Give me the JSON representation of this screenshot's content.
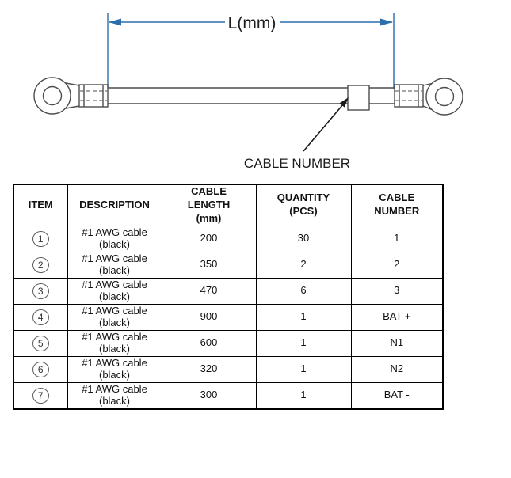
{
  "diagram": {
    "dimension_label": "L(mm)",
    "callout_label": "CABLE NUMBER",
    "dimension_color": "#2b6dad",
    "drawing_line_color": "#4d4d4d",
    "callout_color": "#1a1a1a"
  },
  "table": {
    "headers": {
      "item": "ITEM",
      "description": "DESCRIPTION",
      "length": "CABLE\nLENGTH\n(mm)",
      "quantity": "QUANTITY\n(PCS)",
      "cable_number": "CABLE\nNUMBER"
    },
    "rows": [
      {
        "item": "1",
        "description": "#1 AWG cable\n(black)",
        "length": "200",
        "quantity": "30",
        "cable_number": "1"
      },
      {
        "item": "2",
        "description": "#1 AWG cable\n(black)",
        "length": "350",
        "quantity": "2",
        "cable_number": "2"
      },
      {
        "item": "3",
        "description": "#1 AWG cable\n(black)",
        "length": "470",
        "quantity": "6",
        "cable_number": "3"
      },
      {
        "item": "4",
        "description": "#1 AWG cable\n(black)",
        "length": "900",
        "quantity": "1",
        "cable_number": "BAT +"
      },
      {
        "item": "5",
        "description": "#1 AWG cable\n(black)",
        "length": "600",
        "quantity": "1",
        "cable_number": "N1"
      },
      {
        "item": "6",
        "description": "#1 AWG cable\n(black)",
        "length": "320",
        "quantity": "1",
        "cable_number": "N2"
      },
      {
        "item": "7",
        "description": "#1 AWG cable\n(black)",
        "length": "300",
        "quantity": "1",
        "cable_number": "BAT -"
      }
    ]
  }
}
